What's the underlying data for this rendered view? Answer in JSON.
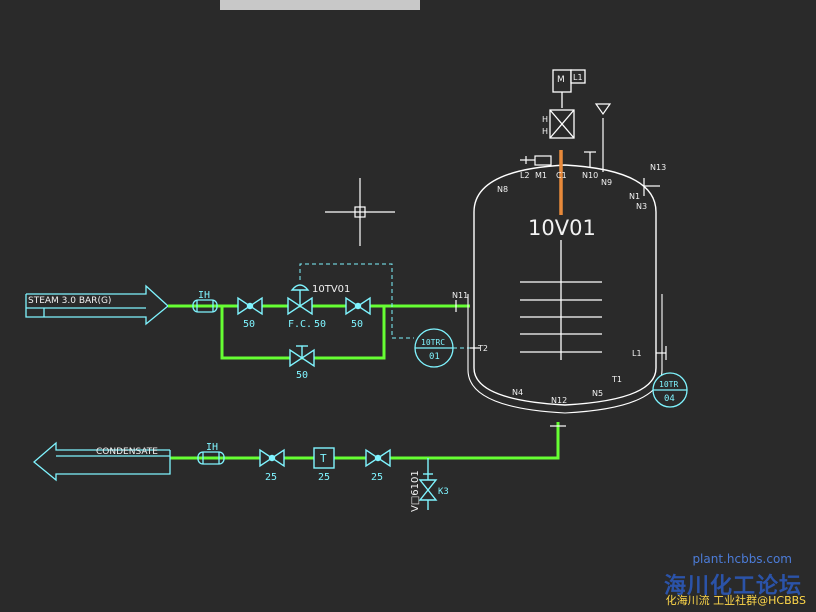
{
  "toolbar": {
    "visible": true
  },
  "colors": {
    "background": "#2a2a2a",
    "pipe_line": "#66ff33",
    "symbol": "#7ff4ff",
    "vessel_text": "#f2f2f2",
    "agitator_shaft": "#e8893a",
    "watermark": "#2c5bc0",
    "watermark_caption": "#ffd84a"
  },
  "steam_line": {
    "label": "STEAM 3.0 BAR(G)",
    "ih_label": "IH",
    "valve_sizes": [
      "50",
      "50",
      "50"
    ],
    "control_valve_tag": "10TV01",
    "control_valve_fail": "F.C.",
    "bypass_size": "50"
  },
  "condensate_line": {
    "label": "CONDENSATE",
    "ih_label": "IH",
    "valve_sizes": [
      "25",
      "25",
      "25"
    ],
    "trap_label": "T",
    "drain_tag": "V□6101",
    "drain_size": "K3"
  },
  "vessel": {
    "tag": "10V01",
    "nozzles": {
      "n1": "N1",
      "n3": "N3",
      "n4": "N4",
      "n5": "N5",
      "n8": "N8",
      "n9": "N9",
      "n10": "N10",
      "n11": "N11",
      "n12": "N12",
      "n13": "N13",
      "m1": "M1",
      "c1": "C1",
      "l1": "L1",
      "l2": "L2",
      "t1": "T1",
      "t2": "T2"
    },
    "motor_label": "M",
    "motor_tag": "L1",
    "gearbox_label": "H"
  },
  "instruments": {
    "trc": {
      "tag": "10TRC",
      "number": "01"
    },
    "tr": {
      "tag": "10TR",
      "number": "04"
    }
  },
  "watermark": {
    "site": "plant.hcbbs.com",
    "big_text": "海川化工论坛",
    "caption": "化海川流 工业社群@HCBBS"
  }
}
